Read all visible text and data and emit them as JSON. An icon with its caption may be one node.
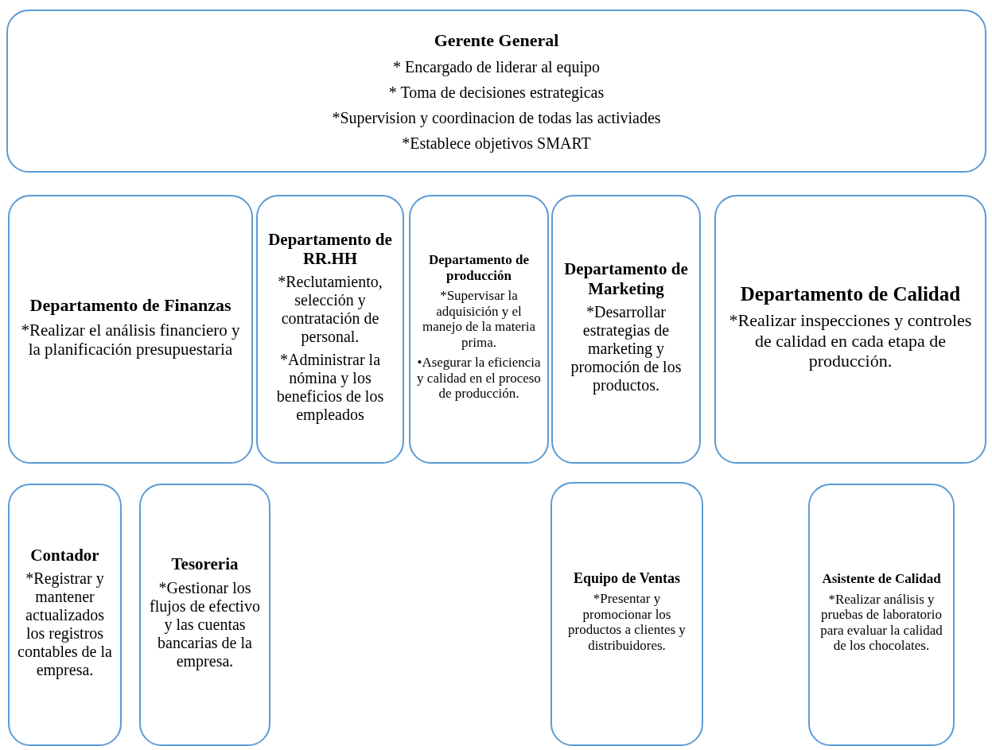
{
  "diagram": {
    "nodes": [
      {
        "text": [
          "Gerente General",
          "* Encargado de liderar al equipo",
          "* Toma de decisiones estrategicas",
          "*Supervision y coordinacion de todas las activiades",
          "*Establece objetivos SMART"
        ]
      },
      {
        "text": [
          "Departamento de Finanzas",
          "*Realizar el análisis financiero y la planificación presupuestaria"
        ]
      },
      {
        "text": [
          "Departamento de RR.HH",
          "*Reclutamiento, selección y contratación de personal.",
          "*Administrar la nómina y los beneficios de los empleados"
        ]
      },
      {
        "text": [
          "Departamento de producción",
          "*Supervisar la adquisición y el manejo de la materia prima.",
          "•Asegurar la eficiencia y calidad en el proceso de producción."
        ]
      },
      {
        "text": [
          "Departamento de Marketing",
          "*Desarrollar estrategias de marketing y promoción de los productos."
        ]
      },
      {
        "text": [
          "Departamento de Calidad",
          "*Realizar inspecciones y controles de calidad en cada etapa de producción."
        ]
      },
      {
        "text": [
          "Contador",
          "*Registrar y mantener actualizados los registros contables de la empresa."
        ]
      },
      {
        "text": [
          "Tesoreria",
          "*Gestionar los flujos de efectivo y las cuentas bancarias de la empresa."
        ]
      },
      {
        "text": [
          "Equipo de Ventas",
          "*Presentar y promocionar los productos a clientes y distribuidores."
        ]
      },
      {
        "text": [
          "Asistente de Calidad",
          "*Realizar análisis y pruebas de laboratorio para evaluar la calidad de los chocolates."
        ]
      }
    ]
  }
}
